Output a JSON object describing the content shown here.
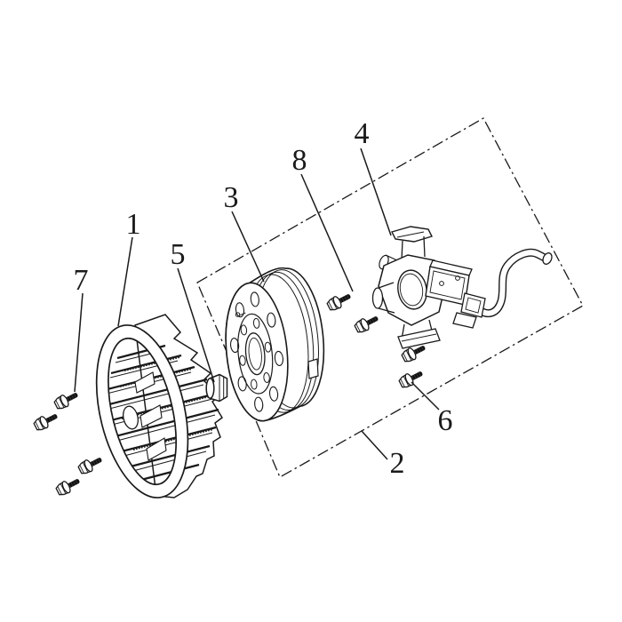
{
  "diagram": {
    "type": "exploded-parts-diagram",
    "subject": "flywheel-magneto-rotor-stator-assembly",
    "colors": {
      "line": "#1a1a1a",
      "background": "#ffffff",
      "bolt_shaft": "#111111"
    },
    "callouts": [
      {
        "number": "1",
        "part": "flywheel-fan"
      },
      {
        "number": "2",
        "part": "assembly-boundary"
      },
      {
        "number": "3",
        "part": "magneto-rotor"
      },
      {
        "number": "4",
        "part": "stator-assembly"
      },
      {
        "number": "5",
        "part": "flange-nut"
      },
      {
        "number": "6",
        "part": "stator-flange-bolts"
      },
      {
        "number": "7",
        "part": "flywheel-flange-bolts"
      },
      {
        "number": "8",
        "part": "mounting-flange-bolts"
      }
    ]
  }
}
